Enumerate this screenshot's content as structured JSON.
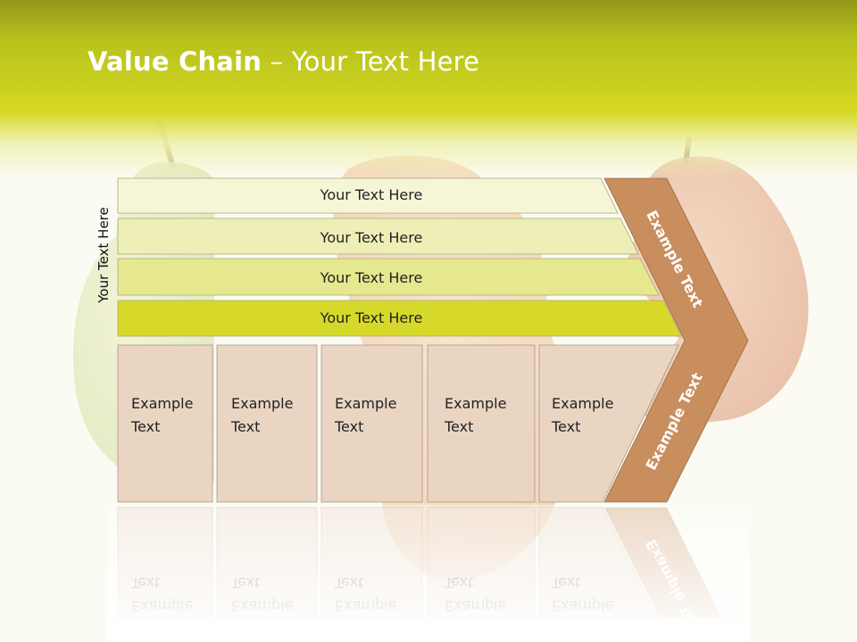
{
  "title": {
    "bold": "Value Chain",
    "rest": " – Your Text Here"
  },
  "side_label": "Your Text Here",
  "bands": [
    {
      "label": "Your Text Here"
    },
    {
      "label": "Your Text Here"
    },
    {
      "label": "Your Text Here"
    },
    {
      "label": "Your Text Here"
    }
  ],
  "activities": [
    {
      "line1": "Example",
      "line2": "Text"
    },
    {
      "line1": "Example",
      "line2": "Text"
    },
    {
      "line1": "Example",
      "line2": "Text"
    },
    {
      "line1": "Example",
      "line2": "Text"
    },
    {
      "line1": "Example",
      "line2": "Text"
    }
  ],
  "chevron": {
    "upper": "Example Text",
    "lower": "Example Text"
  },
  "colors": {
    "header": "#d5d823",
    "band_1": "#f5f6d6",
    "band_2": "#eeefb6",
    "band_3": "#e6e88f",
    "band_4": "#d7d92a",
    "activity": "#ead5c3",
    "chevron": "#c98e5e"
  }
}
